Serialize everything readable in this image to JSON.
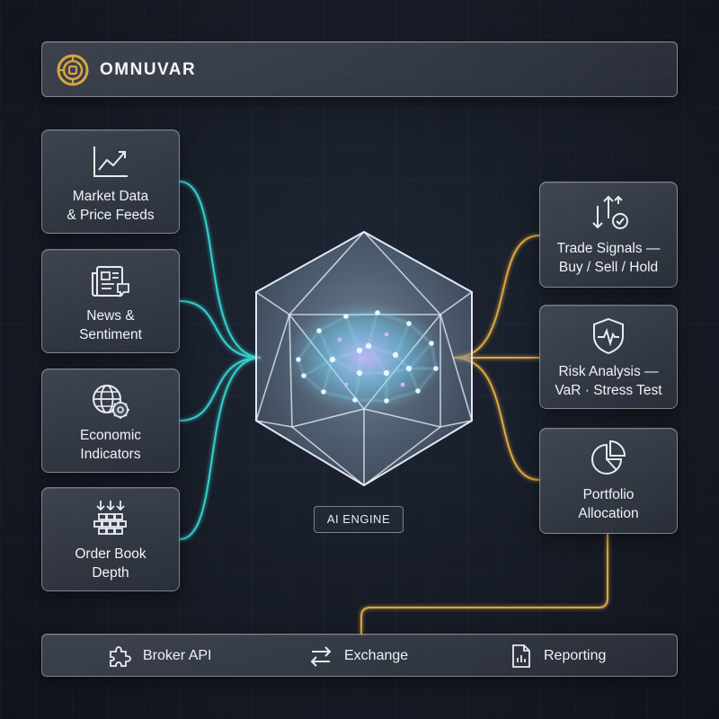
{
  "header": {
    "brand": "OMNUVAR",
    "logo_icon": "omnuvar-logo-icon"
  },
  "inputs": [
    {
      "icon": "line-chart-icon",
      "line1": "Market Data",
      "line2": "& Price Feeds"
    },
    {
      "icon": "newspaper-icon",
      "line1": "News &",
      "line2": "Sentiment"
    },
    {
      "icon": "globe-gear-icon",
      "line1": "Economic",
      "line2": "Indicators"
    },
    {
      "icon": "order-book-icon",
      "line1": "Order Book",
      "line2": "Depth"
    }
  ],
  "outputs": [
    {
      "icon": "signal-arrows-icon",
      "line1": "Trade Signals —",
      "line2": "Buy / Sell / Hold"
    },
    {
      "icon": "shield-pulse-icon",
      "line1": "Risk Analysis —",
      "line2": "VaR · Stress Test"
    },
    {
      "icon": "pie-chart-icon",
      "line1": "Portfolio",
      "line2": "Allocation"
    }
  ],
  "engine": {
    "label": "AI ENGINE",
    "icon": "icosahedron-brain-icon"
  },
  "integrations": [
    {
      "icon": "puzzle-icon",
      "label": "Broker API"
    },
    {
      "icon": "exchange-arrows-icon",
      "label": "Exchange"
    },
    {
      "icon": "report-document-icon",
      "label": "Reporting"
    }
  ],
  "colors": {
    "input_wire": "#39e3e0",
    "output_wire": "#f2b544",
    "background": "#161b25"
  }
}
